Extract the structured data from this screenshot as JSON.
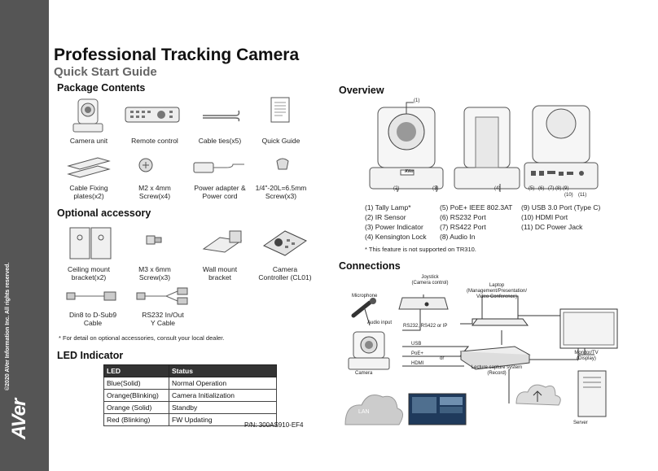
{
  "sidebar": {
    "copyright": "©2020 AVer Information Inc. All rights reserved.",
    "logo": "AVer"
  },
  "header": {
    "title": "Professional Tracking Camera",
    "subtitle": "Quick Start Guide"
  },
  "package": {
    "heading": "Package Contents",
    "items": [
      "Camera unit",
      "Remote control",
      "Cable ties(x5)",
      "Quick Guide",
      "Cable Fixing\nplates(x2)",
      "M2 x 4mm\nScrew(x4)",
      "Power adapter &\nPower cord",
      "1/4\"-20L=6.5mm\nScrew(x3)"
    ]
  },
  "optional": {
    "heading": "Optional accessory",
    "items": [
      "Ceiling mount\nbracket(x2)",
      "M3 x 6mm\nScrew(x3)",
      "Wall mount\nbracket",
      "Camera\nController (CL01)",
      "Din8 to D-Sub9\nCable",
      "RS232 In/Out\nY Cable"
    ],
    "note": "* For detail on optional accessories, consult your local dealer."
  },
  "led": {
    "heading": "LED Indicator",
    "headers": [
      "LED",
      "Status"
    ],
    "rows": [
      [
        "Blue(Solid)",
        "Normal Operation"
      ],
      [
        "Orange(Blinking)",
        "Camera Initialization"
      ],
      [
        "Orange (Solid)",
        "Standby"
      ],
      [
        "Red (Blinking)",
        "FW Updating"
      ]
    ]
  },
  "part_number": "P/N: 300AS910-EF4",
  "overview": {
    "heading": "Overview",
    "callouts": [
      "(1)",
      "(2)",
      "(3)",
      "(4)",
      "(5)",
      "(6)",
      "(7)",
      "(8)",
      "(9)",
      "(10)",
      "(11)"
    ],
    "front_logo": "AVer",
    "features_col1": [
      "(1) Tally Lamp*",
      "(2) IR Sensor",
      "(3) Power Indicator",
      "(4) Kensington Lock"
    ],
    "features_col2": [
      "(5) PoE+ IEEE 802.3AT",
      "(6) RS232 Port",
      "(7) RS422 Port",
      "(8) Audio In"
    ],
    "features_col3": [
      "(9) USB 3.0 Port (Type C)",
      "(10) HDMI Port",
      "(11) DC Power Jack"
    ],
    "note": "* This feature is not supported on TR310."
  },
  "connections": {
    "heading": "Connections",
    "labels": {
      "joystick": "Joystick\n(Camera control)",
      "laptop": "Laptop\n(Management/Presentation/\nVideo Conference)",
      "microphone": "Microphone",
      "audio_input": "Audio input",
      "rs_link": "RS232, RS422 or IP",
      "usb": "USB",
      "poe": "PoE+",
      "or": "or",
      "hdmi": "HDMI",
      "camera": "Camera",
      "lecture": "Lecture capture system\n(Record)",
      "monitor": "Monitor/TV\n(Display)",
      "lan": "LAN",
      "server": "Server"
    }
  }
}
